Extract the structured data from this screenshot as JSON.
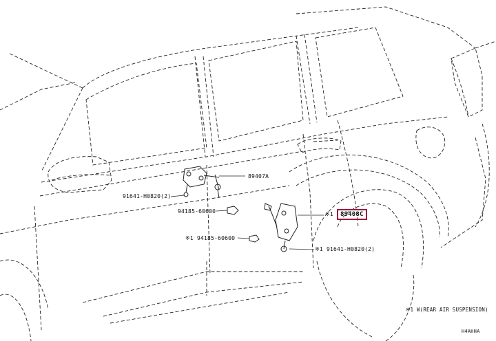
{
  "parts": [
    {
      "id": "p1",
      "code": "89407A"
    },
    {
      "id": "p2",
      "code": "91641-H0820(2)"
    },
    {
      "id": "p3",
      "code": "94185-60600"
    },
    {
      "id": "p4",
      "code": "94185-60600",
      "marker": "※1"
    },
    {
      "id": "p5",
      "code": "89408C",
      "marker": "※1",
      "highlighted": true
    },
    {
      "id": "p6",
      "code": "91641-H0820(2)",
      "marker": "※1"
    }
  ],
  "footnote": "※1 W(REAR AIR SUSPENSION)",
  "drawing_code": "H4AHHA",
  "colors": {
    "line": "#222222",
    "highlight": "#a0183a"
  }
}
